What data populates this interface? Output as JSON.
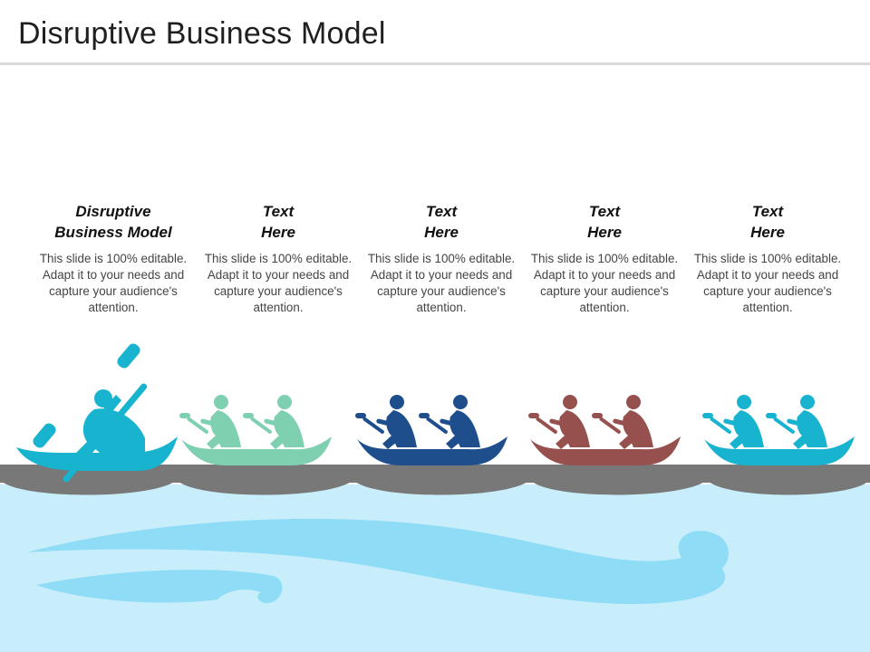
{
  "title": "Disruptive Business Model",
  "columns": [
    {
      "heading_line1": "Disruptive",
      "heading_line2": "Business Model",
      "body": "This slide is 100% editable. Adapt it to your needs and capture your audience's attention.",
      "color": "#17b3cf",
      "figure": "kayaker-icon"
    },
    {
      "heading_line1": "Text",
      "heading_line2": "Here",
      "body": "This slide is 100% editable. Adapt it to your needs and capture your audience's attention.",
      "color": "#7fcfb1",
      "figure": "rowers-icon"
    },
    {
      "heading_line1": "Text",
      "heading_line2": "Here",
      "body": "This slide is 100% editable. Adapt it to your needs and capture your audience's attention.",
      "color": "#1e4f8c",
      "figure": "rowers-icon"
    },
    {
      "heading_line1": "Text",
      "heading_line2": "Here",
      "body": "This slide is 100% editable. Adapt it to your needs and capture your audience's attention.",
      "color": "#96514e",
      "figure": "rowers-icon"
    },
    {
      "heading_line1": "Text",
      "heading_line2": "Here",
      "body": "This slide is 100% editable. Adapt it to your needs and capture your audience's attention.",
      "color": "#17b3cf",
      "figure": "rowers-icon"
    }
  ],
  "colors": {
    "water": "#c8eefb",
    "wave": "#8fdcf6",
    "dock": "#787878"
  }
}
